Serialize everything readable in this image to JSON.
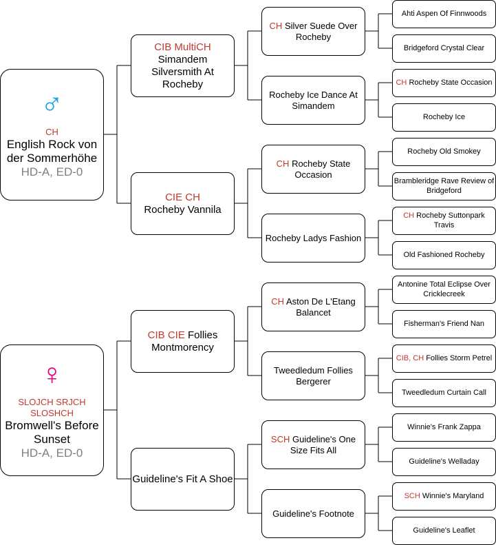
{
  "sire": {
    "symbol": "♂",
    "title": "CH",
    "name": "English Rock von der Sommerhöhe",
    "health": "HD-A, ED-0",
    "sire": {
      "title": "CIB MultiCH",
      "name": "Simandem Silversmith At Rocheby",
      "sire": {
        "title": "CH",
        "name": "Silver Suede Over Rocheby",
        "sire": {
          "title": "",
          "name": "Ahti Aspen Of Finnwoods"
        },
        "dam": {
          "title": "",
          "name": "Bridgeford Crystal Clear"
        }
      },
      "dam": {
        "title": "",
        "name": "Rocheby Ice Dance At Simandem",
        "sire": {
          "title": "CH",
          "name": "Rocheby State Occasion"
        },
        "dam": {
          "title": "",
          "name": "Rocheby Ice"
        }
      }
    },
    "dam": {
      "title": "CIE CH",
      "name": "Rocheby Vannila",
      "sire": {
        "title": "CH",
        "name": "Rocheby State Occasion",
        "sire": {
          "title": "",
          "name": "Rocheby Old Smokey"
        },
        "dam": {
          "title": "",
          "name": "Brambleridge Rave Review of Bridgeford"
        }
      },
      "dam": {
        "title": "",
        "name": "Rocheby Ladys Fashion",
        "sire": {
          "title": "CH",
          "name": "Rocheby Suttonpark Travis"
        },
        "dam": {
          "title": "",
          "name": "Old Fashioned Rocheby"
        }
      }
    }
  },
  "dam": {
    "symbol": "♀",
    "title": "SLOJCH SRJCH SLOSHCH",
    "name": "Bromwell's Before Sunset",
    "health": "HD-A, ED-0",
    "sire": {
      "title": "CIB CIE",
      "name": "Follies Montmorency",
      "sire": {
        "title": "CH",
        "name": "Aston De L'Etang Balancet",
        "sire": {
          "title": "",
          "name": "Antonine Total Eclipse Over Cricklecreek"
        },
        "dam": {
          "title": "",
          "name": "Fisherman's Friend Nan"
        }
      },
      "dam": {
        "title": "",
        "name": "Tweedledum Follies Bergerer",
        "sire": {
          "title": "CIB, CH",
          "name": "Follies Storm Petrel"
        },
        "dam": {
          "title": "",
          "name": "Tweedledum Curtain Call"
        }
      }
    },
    "dam": {
      "title": "",
      "name": "Guideline's Fit A Shoe",
      "sire": {
        "title": "SCH",
        "name": "Guideline's One Size Fits All",
        "sire": {
          "title": "",
          "name": "Winnie's Frank Zappa"
        },
        "dam": {
          "title": "",
          "name": "Guideline's Welladay"
        }
      },
      "dam": {
        "title": "",
        "name": "Guideline's Footnote",
        "sire": {
          "title": "SCH",
          "name": "Winnie's Maryland"
        },
        "dam": {
          "title": "",
          "name": "Guideline's Leaflet"
        }
      }
    }
  },
  "colors": {
    "title": "#c0392b",
    "health": "#7f7f7f",
    "male_symbol": "#1ba1e2",
    "female_symbol": "#e6007e",
    "border": "#000000"
  }
}
